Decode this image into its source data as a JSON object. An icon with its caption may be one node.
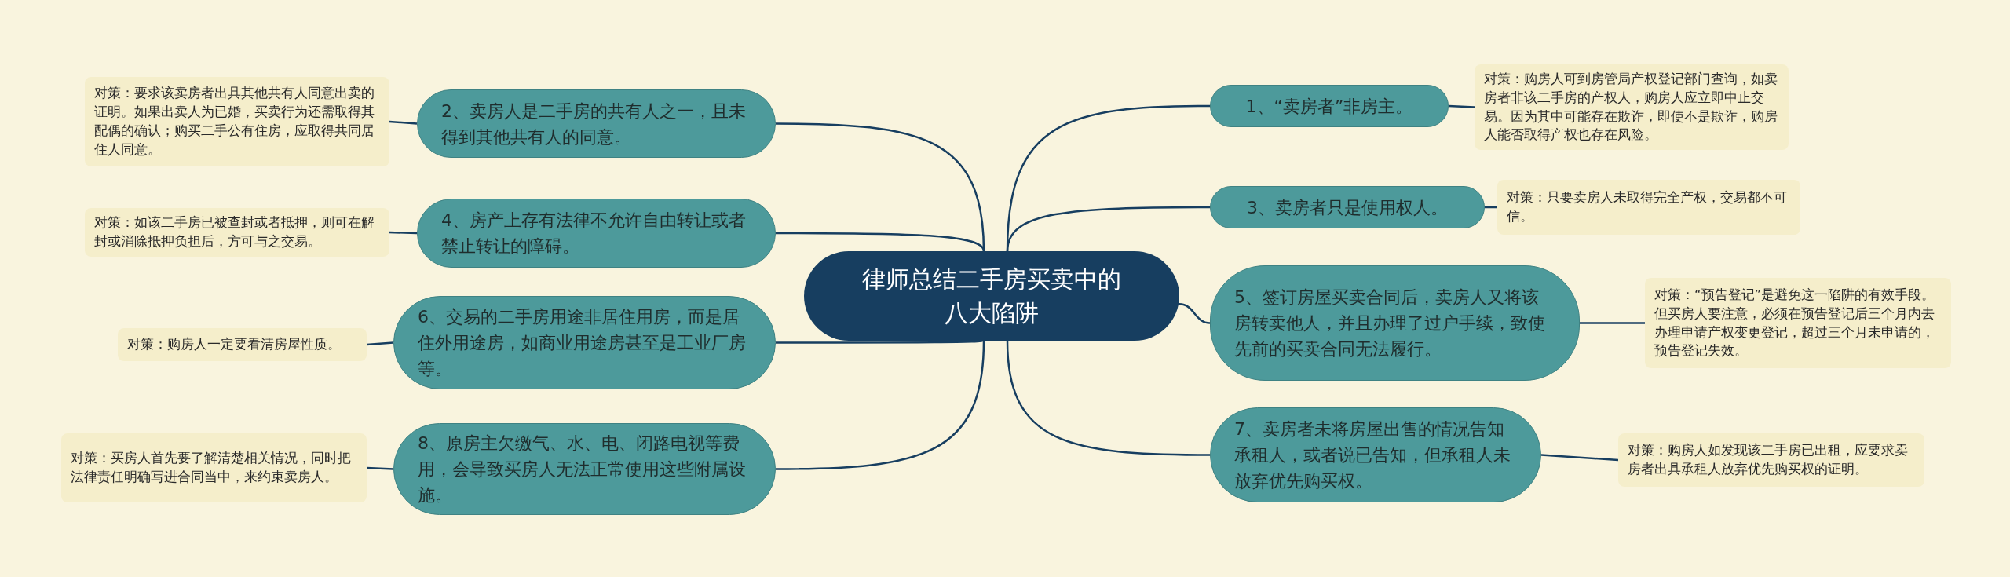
{
  "diagram": {
    "nodes": [
      {
        "text": [
          "律师总结二手房买卖中的八大陷阱"
        ]
      },
      {
        "text": [
          "1、“卖房者”非房主。"
        ]
      },
      {
        "text": [
          "对策：购房人可到房管局产权登记部门查询，如卖房者非该二手房的产权人，购房人应立即中止交易。因为其中可能存在欺诈，即使不是欺诈，购房人能否取得产权也存在风险。"
        ]
      },
      {
        "text": [
          "2、卖房人是二手房的共有人之一，且未得到其他共有人的同意。"
        ]
      },
      {
        "text": [
          "对策：要求该卖房者出具其他共有人同意出卖的证明。如果出卖人为已婚，买卖行为还需取得其配偶的确认；购买二手公有住房，应取得共同居住人同意。"
        ]
      },
      {
        "text": [
          "3、卖房者只是使用权人。"
        ]
      },
      {
        "text": [
          "对策：只要卖房人未取得完全产权，交易都不可信。"
        ]
      },
      {
        "text": [
          "4、房产上存有法律不允许自由转让或者禁止转让的障碍。"
        ]
      },
      {
        "text": [
          "对策：如该二手房已被查封或者抵押，则可在解封或消除抵押负担后，方可与之交易。"
        ]
      },
      {
        "text": [
          "5、签订房屋买卖合同后，卖房人又将该房转卖他人，并且办理了过户手续，致使先前的买卖合同无法履行。"
        ]
      },
      {
        "text": [
          "对策：“预告登记”是避免这一陷阱的有效手段。但买房人要注意，必须在预告登记后三个月内去办理申请产权变更登记，超过三个月未申请的，预告登记失效。"
        ]
      },
      {
        "text": [
          "6、交易的二手房用途非居住用房，而是居住外用途房，如商业用途房甚至是工业厂房等。"
        ]
      },
      {
        "text": [
          "对策：购房人一定要看清房屋性质。"
        ]
      },
      {
        "text": [
          "7、卖房者未将房屋出售的情况告知承租人，或者说已告知，但承租人未放弃优先购买权。"
        ]
      },
      {
        "text": [
          "对策：购房人如发现该二手房已出租，应要求卖房者出具承租人放弃优先购买权的证明。"
        ]
      },
      {
        "text": [
          "8、原房主欠缴气、水、电、闭路电视等费用，会导致买房人无法正常使用这些附属设施。"
        ]
      },
      {
        "text": [
          "对策：买房人首先要了解清楚相关情况，同时把法律责任明确写进合同当中，来约束卖房人。"
        ]
      }
    ],
    "edges": [
      {
        "from": 0,
        "to": 1,
        "arrow": "none"
      },
      {
        "from": 1,
        "to": 2,
        "arrow": "none"
      },
      {
        "from": 0,
        "to": 3,
        "arrow": "none"
      },
      {
        "from": 3,
        "to": 4,
        "arrow": "none"
      },
      {
        "from": 0,
        "to": 5,
        "arrow": "none"
      },
      {
        "from": 5,
        "to": 6,
        "arrow": "none"
      },
      {
        "from": 0,
        "to": 7,
        "arrow": "none"
      },
      {
        "from": 7,
        "to": 8,
        "arrow": "none"
      },
      {
        "from": 0,
        "to": 9,
        "arrow": "none"
      },
      {
        "from": 9,
        "to": 10,
        "arrow": "none"
      },
      {
        "from": 0,
        "to": 11,
        "arrow": "none"
      },
      {
        "from": 11,
        "to": 12,
        "arrow": "none"
      },
      {
        "from": 0,
        "to": 13,
        "arrow": "none"
      },
      {
        "from": 13,
        "to": 14,
        "arrow": "none"
      },
      {
        "from": 0,
        "to": 15,
        "arrow": "none"
      },
      {
        "from": 15,
        "to": 16,
        "arrow": "none"
      }
    ]
  }
}
